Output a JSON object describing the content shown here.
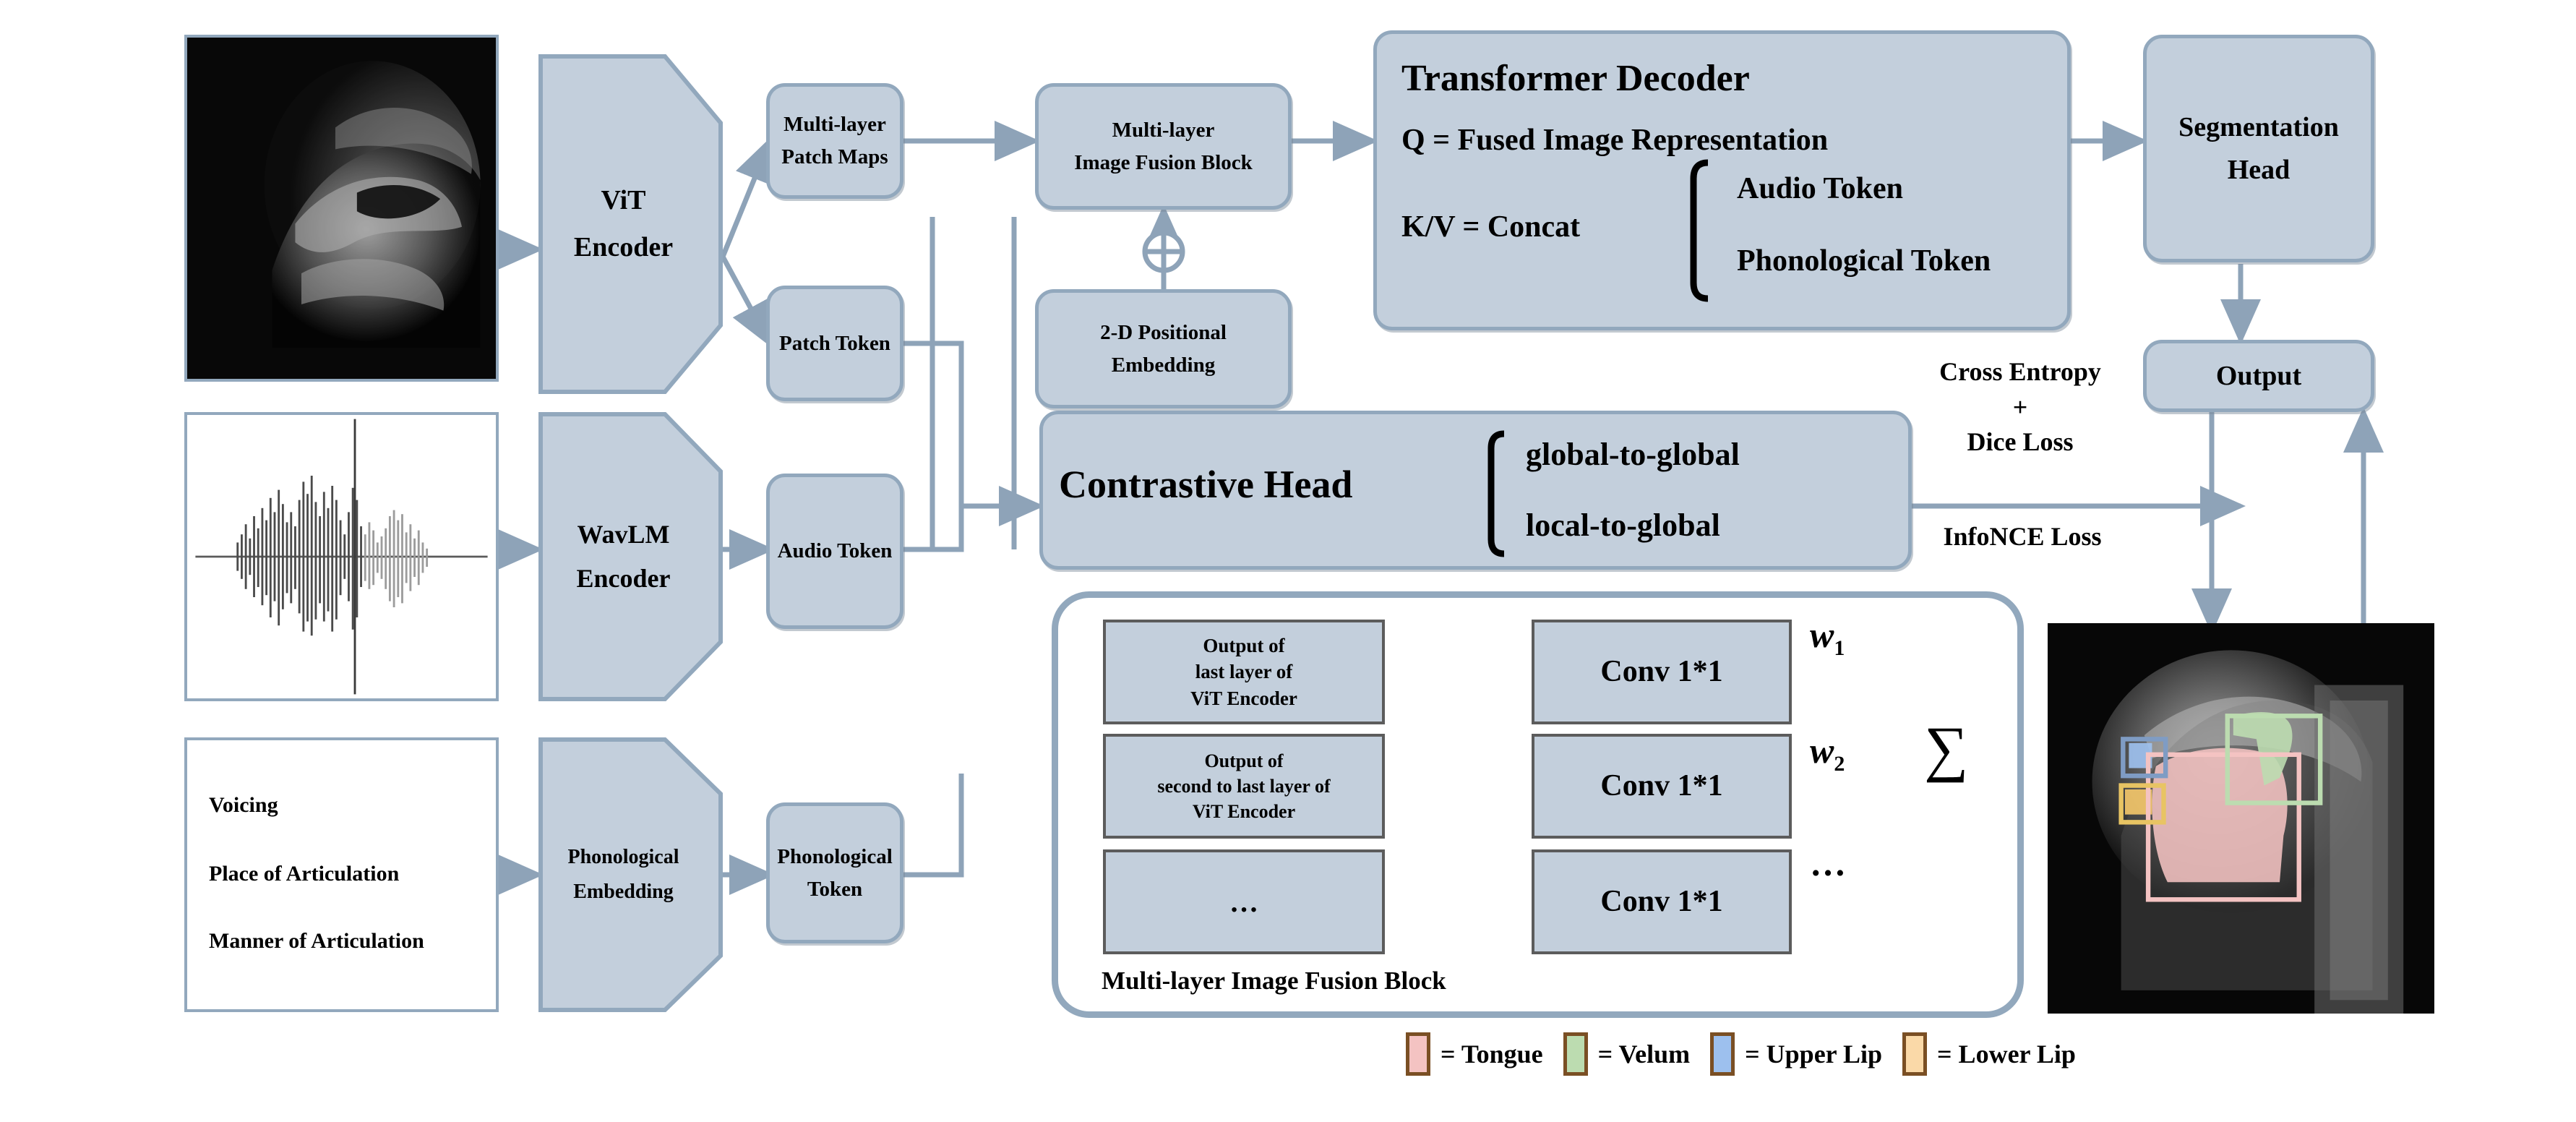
{
  "figure": {
    "title": "Multimodal MRI speech articulator segmentation architecture",
    "colors": {
      "box_fill": "#c3cfdc",
      "box_border": "#92a8bd",
      "inner_box_border": "#5c5c5c",
      "arrow": "#8ea3b8",
      "black_arrow": "#000000",
      "tongue": "#f4c3c2",
      "velum": "#bcdcb0",
      "upper_lip": "#9dc0ee",
      "lower_lip": "#fad9a8",
      "legend_border": "#7a4f24"
    }
  },
  "inputs": {
    "mri_image": {
      "name": "mri-sagittal-input",
      "alt": "Sagittal MRI frame of vocal tract"
    },
    "audio_waveform": {
      "name": "audio-waveform-input",
      "alt": "Speech audio waveform"
    },
    "phonological_features": {
      "name": "phonological-feature-list",
      "items": [
        "Voicing",
        "Place of Articulation",
        "Manner of Articulation"
      ]
    }
  },
  "encoders": {
    "vit": {
      "line1": "ViT",
      "line2": "Encoder"
    },
    "wavlm": {
      "line1": "WavLM",
      "line2": "Encoder"
    },
    "phonological": {
      "line1": "Phonological",
      "line2": "Embedding"
    }
  },
  "tokens": {
    "patch_maps": {
      "line1": "Multi-layer",
      "line2": "Patch Maps"
    },
    "patch_token": {
      "label": "Patch Token"
    },
    "audio_token": {
      "label": "Audio Token"
    },
    "phonological_token": {
      "line1": "Phonological",
      "line2": "Token"
    }
  },
  "fusion": {
    "block_box": {
      "line1": "Multi-layer",
      "line2": "Image Fusion Block"
    },
    "pos_embedding": {
      "line1": "2-D Positional",
      "line2": "Embedding"
    },
    "add_symbol": "⊕"
  },
  "decoder": {
    "title": "Transformer Decoder",
    "q_line": "Q = Fused Image Representation",
    "kv_label": "K/V = Concat",
    "kv_items": [
      "Audio Token",
      "Phonological Token"
    ]
  },
  "contrastive": {
    "title": "Contrastive Head",
    "items": [
      "global-to-global",
      "local-to-global"
    ]
  },
  "heads": {
    "segmentation": {
      "line1": "Segmentation",
      "line2": "Head"
    },
    "output": {
      "label": "Output"
    }
  },
  "losses": {
    "segmentation_loss": [
      "Cross Entropy",
      "+",
      "Dice Loss"
    ],
    "contrastive_loss": "InfoNCE Loss"
  },
  "fusion_detail": {
    "caption": "Multi-layer Image Fusion Block",
    "rows": [
      {
        "source": [
          "Output of",
          "last layer of",
          "ViT Encoder"
        ],
        "op": "Conv 1*1",
        "weight": "w",
        "weight_sub": "1"
      },
      {
        "source": [
          "Output of",
          "second to last layer of",
          "ViT Encoder"
        ],
        "op": "Conv 1*1",
        "weight": "w",
        "weight_sub": "2"
      },
      {
        "source": [
          "…"
        ],
        "op": "Conv 1*1",
        "weight": "…",
        "weight_sub": ""
      }
    ],
    "sum_symbol": "∑"
  },
  "result": {
    "name": "segmentation-result-image",
    "alt": "MRI frame with predicted articulator masks and bounding boxes"
  },
  "legend": {
    "items": [
      {
        "swatch_color": "#f4c3c2",
        "label": "= Tongue"
      },
      {
        "swatch_color": "#bcdcb0",
        "label": "= Velum"
      },
      {
        "swatch_color": "#9dc0ee",
        "label": "= Upper Lip"
      },
      {
        "swatch_color": "#fad9a8",
        "label": "= Lower Lip"
      }
    ]
  }
}
